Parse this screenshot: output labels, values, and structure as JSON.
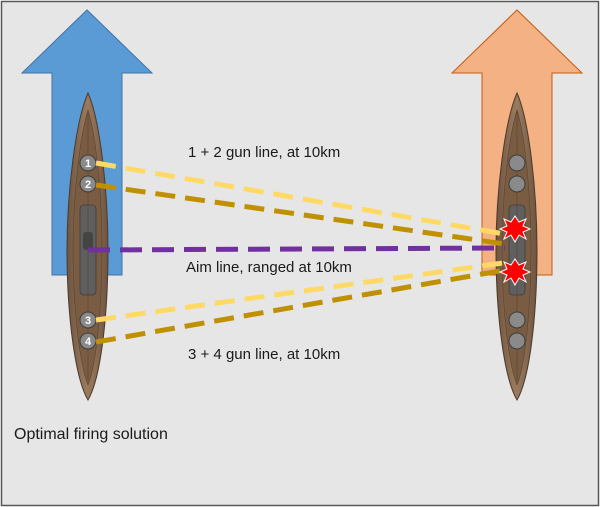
{
  "labels": {
    "gun_line_12": "1 + 2 gun line, at 10km",
    "aim_line": "Aim line, ranged at 10km",
    "gun_line_34": "3 + 4 gun line, at 10km",
    "caption": "Optimal firing solution"
  },
  "turrets": {
    "t1": "1",
    "t2": "2",
    "t3": "3",
    "t4": "4"
  },
  "colors": {
    "background": "#e6e6e6",
    "border": "#595959",
    "friendly_arrow": "#5b9bd5",
    "friendly_arrow_stroke": "#3f73a6",
    "enemy_arrow": "#f4b183",
    "enemy_arrow_stroke": "#c55a11",
    "hull": "#8c6e53",
    "deck": "#7a5c43",
    "fore_gun_line": "#ffd966",
    "aft_gun_line": "#bf9000",
    "aim_line": "#7030a0",
    "hit": "#ff0000"
  },
  "icons": [
    "friendly-direction-arrow",
    "enemy-direction-arrow",
    "battleship-top-view",
    "shell-hit-icon"
  ]
}
